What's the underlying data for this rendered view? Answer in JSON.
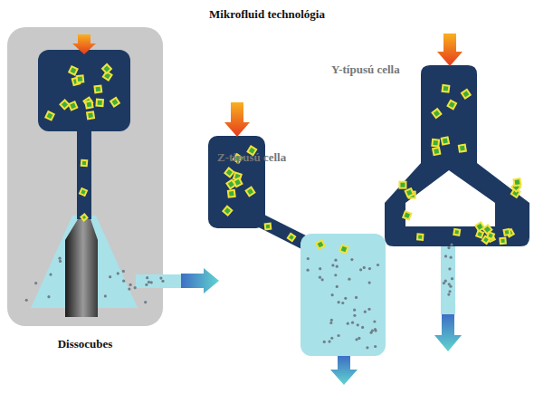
{
  "diagram": {
    "title": "Mikrofluid technológia",
    "nodes": [
      {
        "text": [
          "Dissocubes"
        ]
      },
      {
        "text": [
          "Z-típusú cella"
        ]
      },
      {
        "text": [
          "Y-típusú cella"
        ]
      }
    ]
  }
}
